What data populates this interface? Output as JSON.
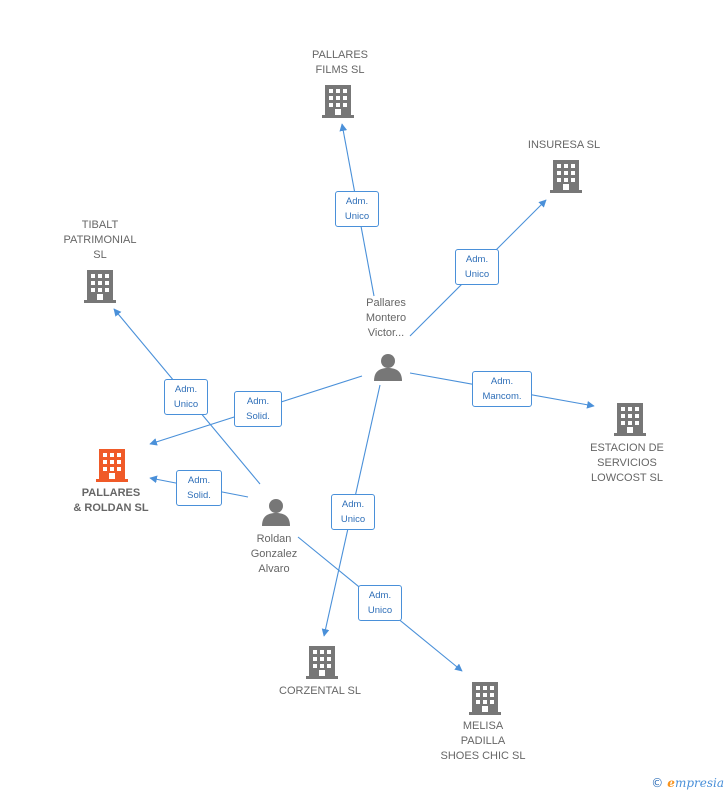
{
  "nodes": {
    "pallares_films": {
      "label": "PALLARES\nFILMS SL",
      "kind": "company"
    },
    "insuresa": {
      "label": "INSURESA SL",
      "kind": "company"
    },
    "tibalt": {
      "label": "TIBALT\nPATRIMONIAL\nSL",
      "kind": "company"
    },
    "pallares_roldan": {
      "label": "PALLARES\n& ROLDAN SL",
      "kind": "company-main"
    },
    "estacion": {
      "label": "ESTACION DE\nSERVICIOS\nLOWCOST SL",
      "kind": "company"
    },
    "corzental": {
      "label": "CORZENTAL  SL",
      "kind": "company"
    },
    "melisa": {
      "label": "MELISA\nPADILLA\nSHOES CHIC  SL",
      "kind": "company"
    },
    "pallares_victor": {
      "label": "Pallares\nMontero\nVictor...",
      "kind": "person"
    },
    "roldan": {
      "label": "Roldan\nGonzalez\nAlvaro",
      "kind": "person"
    }
  },
  "edges": [
    {
      "label": "Adm.\nUnico"
    },
    {
      "label": "Adm.\nUnico"
    },
    {
      "label": "Adm.\nSolid."
    },
    {
      "label": "Adm.\nMancom."
    },
    {
      "label": "Adm.\nUnico"
    },
    {
      "label": "Adm.\nUnico"
    },
    {
      "label": "Adm.\nSolid."
    },
    {
      "label": "Adm.\nUnico"
    }
  ],
  "colors": {
    "edge": "#4a90d9",
    "company": "#777777",
    "main_company": "#f05a28",
    "person": "#777777"
  },
  "footer": {
    "copyright": "©",
    "brand_first": "e",
    "brand_rest": "mpresia"
  }
}
